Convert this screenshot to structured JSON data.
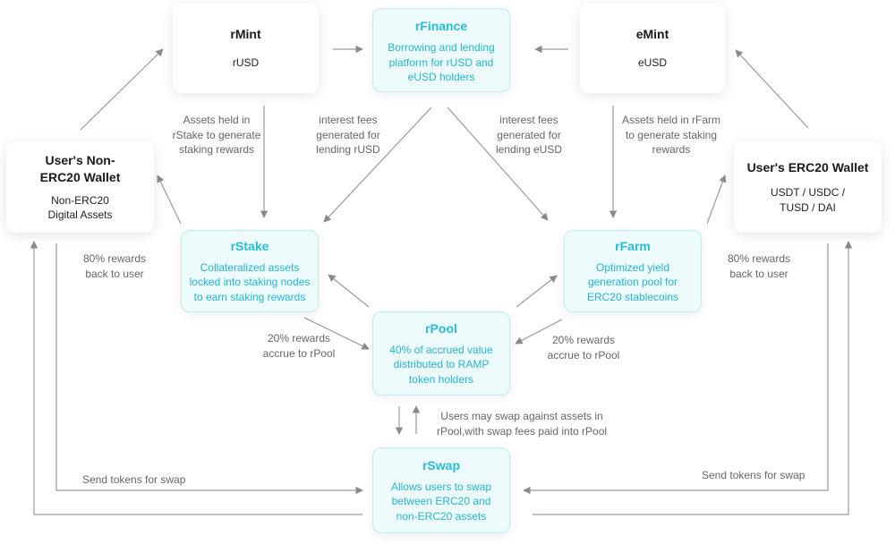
{
  "nodes": {
    "rmint": {
      "title": "rMint",
      "desc": "rUSD"
    },
    "rfinance": {
      "title": "rFinance",
      "desc": "Borrowing and lending platform for rUSD and eUSD holders"
    },
    "emint": {
      "title": "eMint",
      "desc": "eUSD"
    },
    "nonerc20": {
      "title": "User's Non-ERC20 Wallet",
      "desc": "Non-ERC20 Digital Assets"
    },
    "erc20": {
      "title": "User's ERC20 Wallet",
      "desc": "USDT / USDC / TUSD / DAI"
    },
    "rstake": {
      "title": "rStake",
      "desc": "Collateralized assets locked into staking nodes to earn staking rewards"
    },
    "rfarm": {
      "title": "rFarm",
      "desc": "Optimized yield generation pool for ERC20 stablecoins"
    },
    "rpool": {
      "title": "rPool",
      "desc": "40% of accrued value distributed to RAMP token holders"
    },
    "rswap": {
      "title": "rSwap",
      "desc": "Allows users to swap between ERC20 and non-ERC20 assets"
    }
  },
  "labels": {
    "rstake_assets": [
      "Assets held in",
      "rStake to generate",
      "staking rewards"
    ],
    "fees_rusd": [
      "interest fees",
      "generated for",
      "lending rUSD"
    ],
    "fees_eusd": [
      "interest fees",
      "generated for",
      "lending eUSD"
    ],
    "rfarm_assets": [
      "Assets held in rFarm",
      "to generate staking",
      "rewards"
    ],
    "rewards_left": [
      "80% rewards",
      "back to user"
    ],
    "rewards_right": [
      "80% rewards",
      "back to user"
    ],
    "accrue_left": [
      "20% rewards",
      "accrue to rPool"
    ],
    "accrue_right": [
      "20% rewards",
      "accrue to rPool"
    ],
    "swap_pool": [
      "Users may swap against assets in",
      "rPool,with swap fees paid into rPool"
    ],
    "send_left": [
      "Send tokens for swap"
    ],
    "send_right": [
      "Send tokens for swap"
    ]
  }
}
